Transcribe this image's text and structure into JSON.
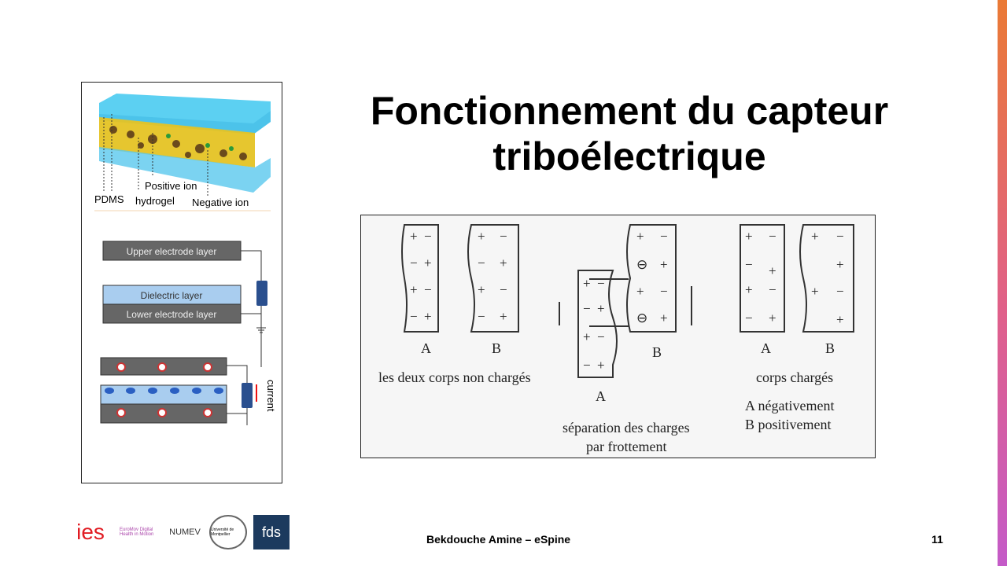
{
  "slide": {
    "title": "Fonctionnement du capteur triboélectrique",
    "footer": "Bekdouche Amine – eSpine",
    "page_number": "11"
  },
  "left_figure": {
    "labels": {
      "pdms": "PDMS",
      "positive_ion": "Positive ion",
      "hydrogel": "hydrogel",
      "negative_ion": "Negative ion"
    },
    "layers": {
      "upper": "Upper electrode layer",
      "dielectric": "Dielectric layer",
      "lower": "Lower electrode layer"
    },
    "current_label": "current"
  },
  "right_figure": {
    "stage1": {
      "a": "A",
      "b": "B",
      "caption": "les deux corps non chargés"
    },
    "stage2": {
      "a": "A",
      "b": "B",
      "caption_line1": "séparation des charges",
      "caption_line2": "par frottement"
    },
    "stage3": {
      "a": "A",
      "b": "B",
      "caption": "corps chargés",
      "line2": "A négativement",
      "line3": "B positivement"
    }
  },
  "logos": [
    "ies",
    "EuroMov Digital Health in Motion",
    "NUMEV",
    "Université de Montpellier",
    "fds"
  ],
  "colors": {
    "accent_top": "#ea7a35",
    "accent_bottom": "#c45bc8",
    "ies_red": "#e11b22",
    "fds_navy": "#1c3a5e"
  }
}
